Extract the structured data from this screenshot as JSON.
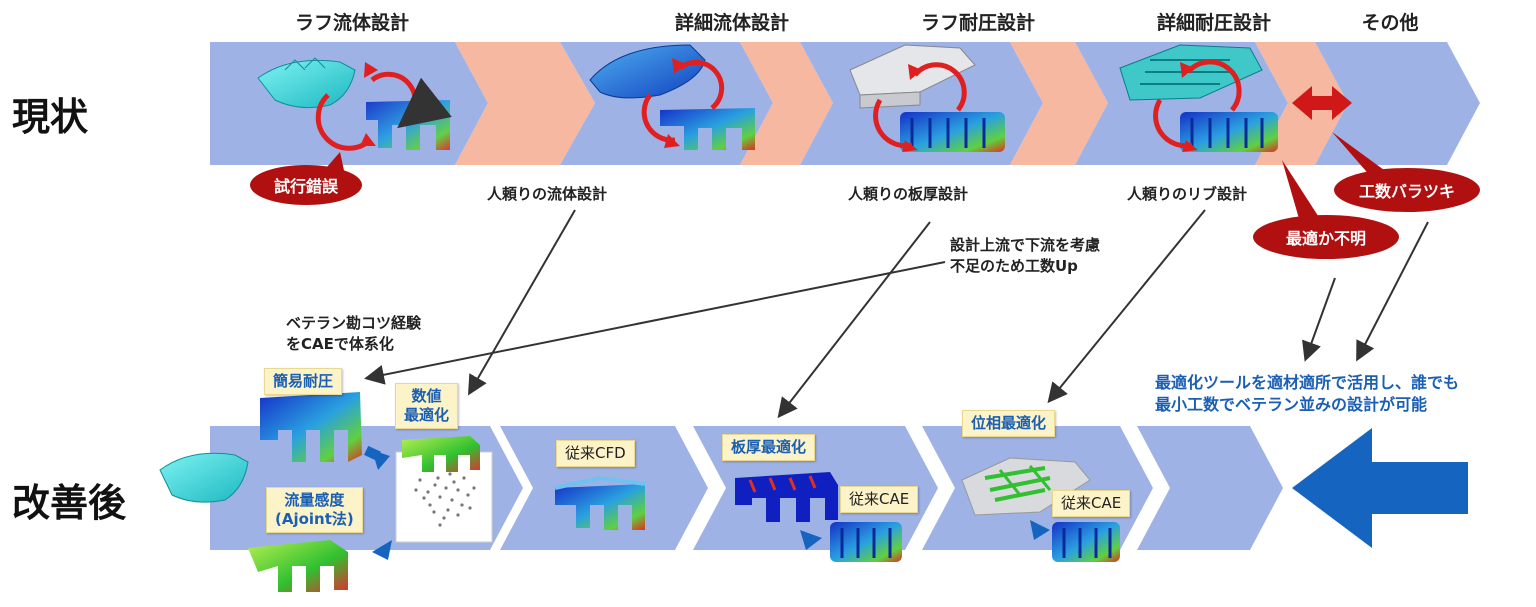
{
  "rows": {
    "current": "現状",
    "improved": "改善後"
  },
  "stages": [
    "ラフ流体設計",
    "詳細流体設計",
    "ラフ耐圧設計",
    "詳細耐圧設計",
    "その他"
  ],
  "notes": {
    "fluid": "人頼りの流体設計",
    "thickness": "人頼りの板厚設計",
    "rib": "人頼りのリブ設計",
    "upstream_line1": "設計上流で下流を考慮",
    "upstream_line2": "不足のため工数Up",
    "veteran_line1": "ベテラン勘コツ経験",
    "veteran_line2": "をCAEで体系化",
    "goal_line1": "最適化ツールを適材適所で活用し、誰でも",
    "goal_line2": "最小工数でベテラン並みの設計が可能"
  },
  "callouts": {
    "trial": "試行錯誤",
    "optimal": "最適か不明",
    "variance": "工数バラツキ"
  },
  "tags": {
    "simple_pressure": "簡易耐圧",
    "numeric_line1": "数値",
    "numeric_line2": "最適化",
    "sensitivity_line1": "流量感度",
    "sensitivity_line2": "(Ajoint法)",
    "cfd": "従来CFD",
    "thickness_opt": "板厚最適化",
    "cae1": "従来CAE",
    "topology": "位相最適化",
    "cae2": "従来CAE"
  },
  "colors": {
    "chevron_blue": "#9fb2e6",
    "chevron_salmon": "#f6b8a0",
    "callout_red": "#b01010",
    "accent_blue": "#1a5fb4",
    "arrow_red": "#e02020",
    "tag_bg": "#fdf3c8"
  }
}
